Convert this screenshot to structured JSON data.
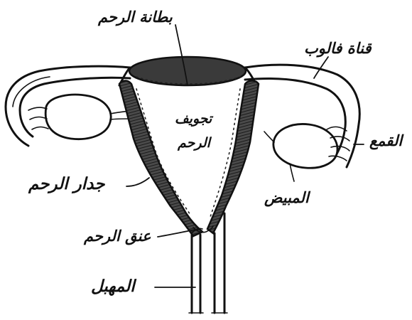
{
  "labels": {
    "endometrium": "بطانة الرحم",
    "fallopian_tube": "قناة فالوب",
    "uterine_cavity_line1": "تجويف",
    "uterine_cavity_line2": "الرحم",
    "fimbriae": "القمع",
    "uterine_wall": "جدار الرحم",
    "ovary": "المبيض",
    "cervix": "عنق الرحم",
    "vagina": "المهبل"
  }
}
